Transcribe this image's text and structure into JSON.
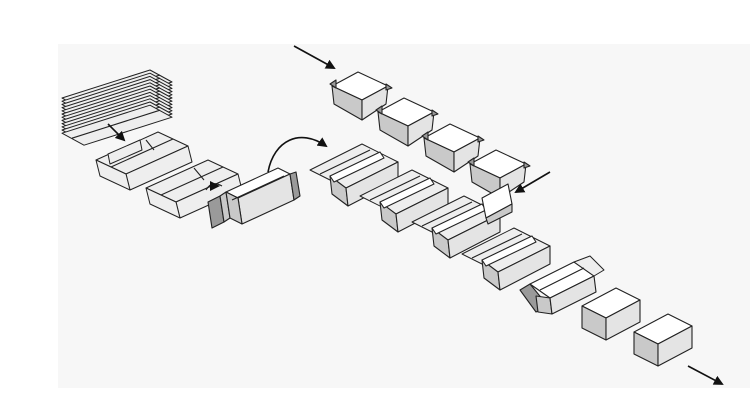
{
  "diagram": {
    "description_text": "",
    "palette": {
      "outline": "#222222",
      "light": "#ffffff",
      "mid": "#e4e4e4",
      "shade": "#c9c9c9",
      "dark": "#9a9a9a",
      "backdrop": "#f7f7f7"
    },
    "stages": [
      {
        "id": "blank-stack",
        "icon": "flat-blank-stack-icon"
      },
      {
        "id": "blank-flat",
        "icon": "flat-blank-icon"
      },
      {
        "id": "blank-erected",
        "icon": "erected-sleeve-icon"
      },
      {
        "id": "tray-forming",
        "icon": "open-tray-icon"
      },
      {
        "id": "product-infeed",
        "icon": "product-pack-icon"
      },
      {
        "id": "closing",
        "icon": "closing-box-icon"
      },
      {
        "id": "closed-box",
        "icon": "closed-box-icon"
      }
    ]
  }
}
